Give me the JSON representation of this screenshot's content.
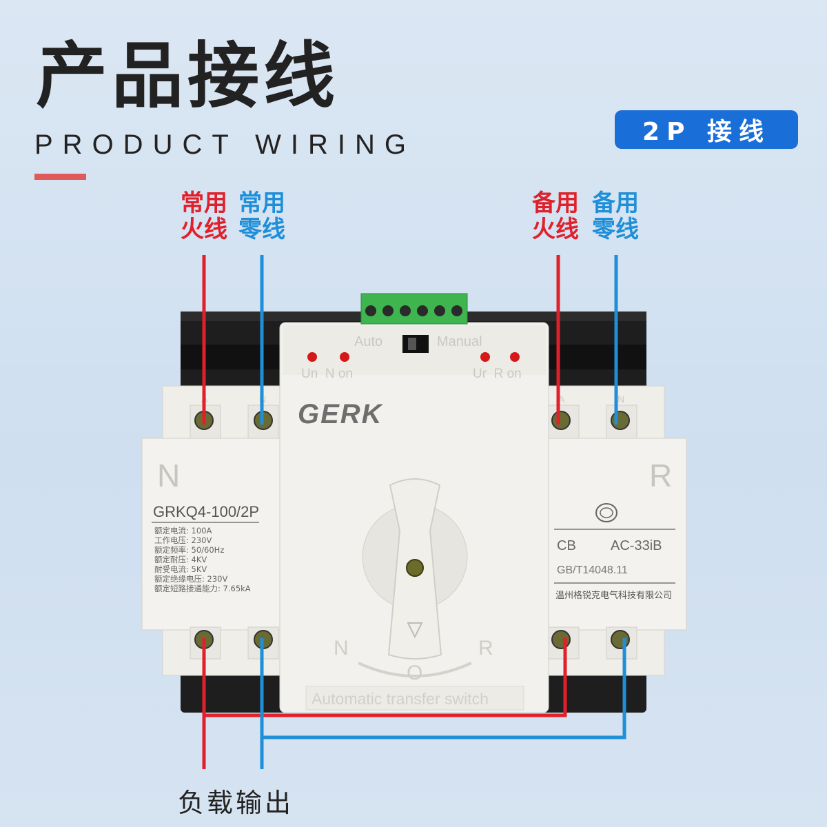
{
  "title": "产品接线",
  "subtitle": "PRODUCT WIRING",
  "badge": "2P 接线",
  "wire_labels": {
    "normal_live": [
      "常用",
      "火线"
    ],
    "normal_neutral": [
      "常用",
      "零线"
    ],
    "backup_live": [
      "备用",
      "火线"
    ],
    "backup_neutral": [
      "备用",
      "零线"
    ]
  },
  "load_output": "负载输出",
  "device": {
    "brand": "GERK",
    "mode_auto": "Auto",
    "mode_manual": "Manual",
    "indicators_left": "Un  N on",
    "indicators_right": "Ur  R on",
    "side_left": "N",
    "side_right": "R",
    "model": "GRKQ4-100/2P",
    "specs": [
      "额定电流:    100A",
      "工作电压:    230V",
      "额定频率:    50/60Hz",
      "额定耐压:    4KV",
      "耐受电流:    5KV",
      "额定绝缘电压: 230V",
      "额定短路接通能力: 7.65kA"
    ],
    "cb": "CB",
    "category": "AC-33iB",
    "standard": "GB/T14048.11",
    "manufacturer": "温州格锐克电气科技有限公司",
    "dial_n": "N",
    "dial_o": "O",
    "dial_r": "R",
    "footer": "Automatic transfer switch",
    "terminal_a": "A",
    "terminal_n": "N"
  },
  "colors": {
    "live": "#e0202a",
    "neutral": "#1f8fd8",
    "badge": "#1a6ed8",
    "accent": "#e05a5a"
  }
}
